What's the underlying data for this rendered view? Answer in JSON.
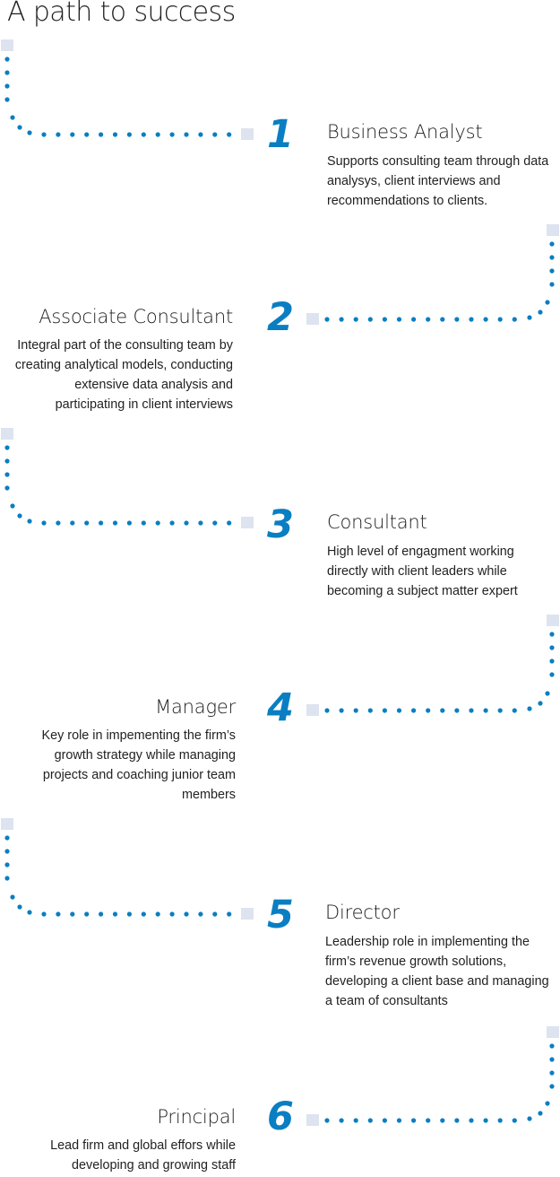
{
  "title": "A path to success",
  "colors": {
    "accent": "#0a7ec2",
    "dot": "#0a7ec2",
    "marker": "#dde3ef",
    "text": "#1f1f1f"
  },
  "steps": [
    {
      "number": "1",
      "title": "Business Analyst",
      "description": "Supports consulting team through data analysys, client interviews and recommendations to clients."
    },
    {
      "number": "2",
      "title": "Associate Consultant",
      "description": "Integral part of the consulting team by creating analytical models, conducting extensive data analysis and participating in client interviews"
    },
    {
      "number": "3",
      "title": "Consultant",
      "description": "High level of engagment working directly with client leaders while becoming a subject matter expert"
    },
    {
      "number": "4",
      "title": "Manager",
      "description": "Key role in impementing the firm’s growth strategy while managing projects and coaching junior team members"
    },
    {
      "number": "5",
      "title": "Director",
      "description": "Leadership role in implementing the firm’s revenue growth solutions, developing a client base and managing a team of consultants"
    },
    {
      "number": "6",
      "title": "Principal",
      "description": "Lead firm and global effors while developing and growing staff"
    }
  ]
}
